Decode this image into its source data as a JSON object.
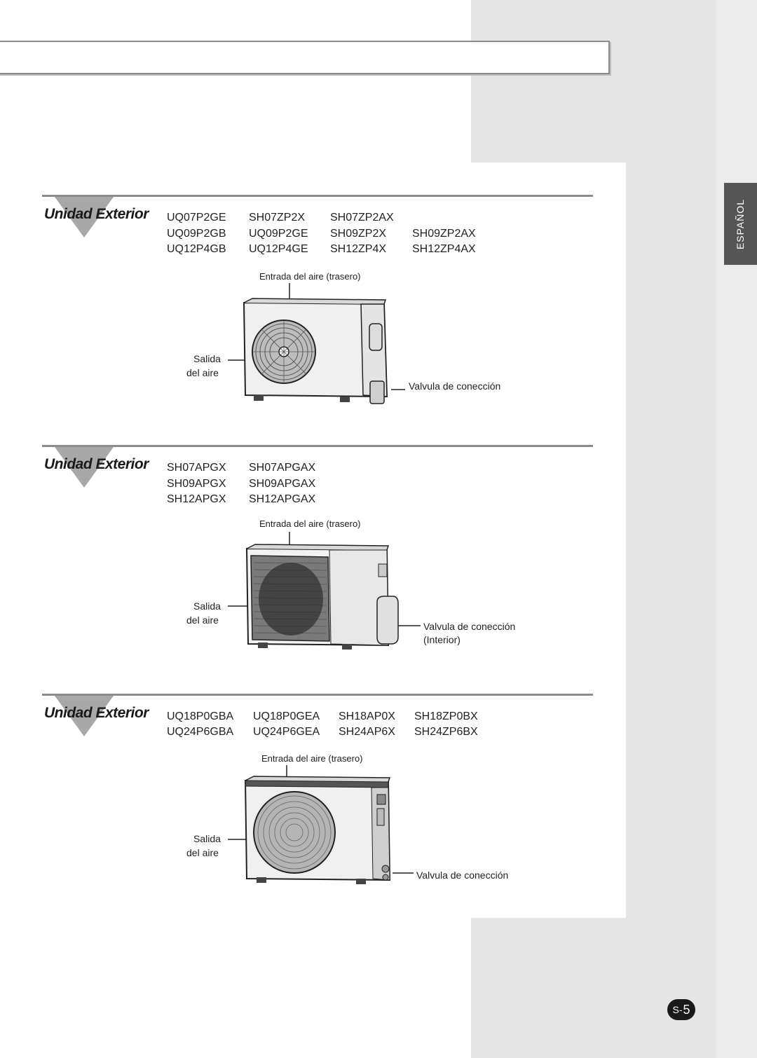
{
  "language_tab": "ESPAÑOL",
  "sections": [
    {
      "title": "Unidad Exterior",
      "models": [
        [
          "UQ07P2GE",
          "SH07ZP2X",
          "SH07ZP2AX",
          ""
        ],
        [
          "UQ09P2GB",
          "UQ09P2GE",
          "SH09ZP2X",
          "SH09ZP2AX"
        ],
        [
          "UQ12P4GB",
          "UQ12P4GE",
          "SH12ZP4X",
          "SH12ZP4AX"
        ]
      ],
      "label_intake": "Entrada del aire (trasero)",
      "label_outlet_1": "Salida",
      "label_outlet_2": "del aire",
      "label_valve": "Valvula de conección"
    },
    {
      "title": "Unidad Exterior",
      "models": [
        [
          "SH07APGX",
          "SH07APGAX"
        ],
        [
          "SH09APGX",
          "SH09APGAX"
        ],
        [
          "SH12APGX",
          "SH12APGAX"
        ]
      ],
      "label_intake": "Entrada del aire (trasero)",
      "label_outlet_1": "Salida",
      "label_outlet_2": "del aire",
      "label_valve": "Valvula de conección",
      "label_valve_sub": "(Interior)"
    },
    {
      "title": "Unidad Exterior",
      "models": [
        [
          "UQ18P0GBA",
          "UQ18P0GEA",
          "SH18AP0X",
          "SH18ZP0BX"
        ],
        [
          "UQ24P6GBA",
          "UQ24P6GEA",
          "SH24AP6X",
          "SH24ZP6BX"
        ]
      ],
      "label_intake": "Entrada del aire (trasero)",
      "label_outlet_1": "Salida",
      "label_outlet_2": "del aire",
      "label_valve": "Valvula de conección"
    }
  ],
  "page_number": {
    "prefix": "S-",
    "number": "5"
  }
}
